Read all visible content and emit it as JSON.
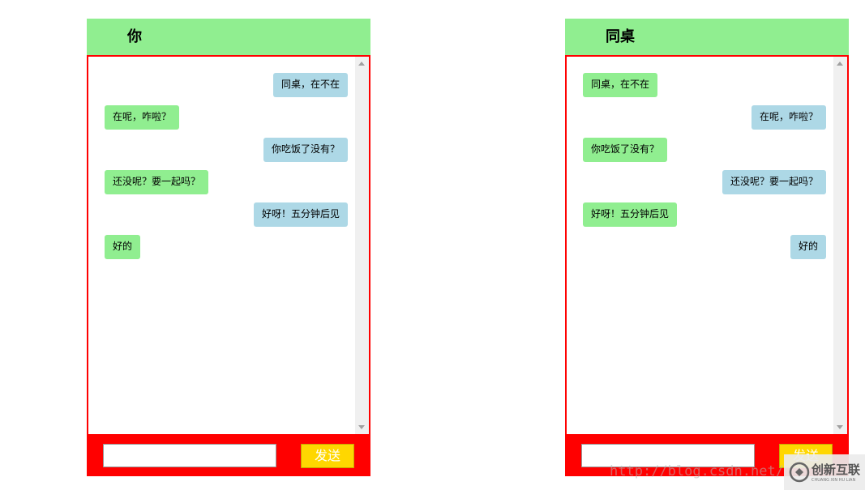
{
  "colors": {
    "header_bg": "#90ee90",
    "border": "#ff0000",
    "bubble_green": "#90ee90",
    "bubble_blue": "#add8e6",
    "input_bar_bg": "#ff0000",
    "send_button_bg": "#ffd700",
    "send_button_text": "#ffffff"
  },
  "left_panel": {
    "title": "你",
    "messages": [
      {
        "text": "同桌，在不在",
        "side": "right",
        "color": "blue"
      },
      {
        "text": "在呢，咋啦？",
        "side": "left",
        "color": "green"
      },
      {
        "text": "你吃饭了没有？",
        "side": "right",
        "color": "blue"
      },
      {
        "text": "还没呢？要一起吗？",
        "side": "left",
        "color": "green"
      },
      {
        "text": "好呀！五分钟后见",
        "side": "right",
        "color": "blue"
      },
      {
        "text": "好的",
        "side": "left",
        "color": "green"
      }
    ],
    "input_value": "",
    "send_label": "发送"
  },
  "right_panel": {
    "title": "同桌",
    "messages": [
      {
        "text": "同桌，在不在",
        "side": "left",
        "color": "green"
      },
      {
        "text": "在呢，咋啦？",
        "side": "right",
        "color": "blue"
      },
      {
        "text": "你吃饭了没有？",
        "side": "left",
        "color": "green"
      },
      {
        "text": "还没呢？要一起吗？",
        "side": "right",
        "color": "blue"
      },
      {
        "text": "好呀！五分钟后见",
        "side": "left",
        "color": "green"
      },
      {
        "text": "好的",
        "side": "right",
        "color": "blue"
      }
    ],
    "input_value": "",
    "send_label": "发送"
  },
  "watermark": {
    "url_text": "http://blog.csdn.net/",
    "logo_name": "创新互联",
    "logo_sub": "CHUANG XIN HU LIAN"
  }
}
